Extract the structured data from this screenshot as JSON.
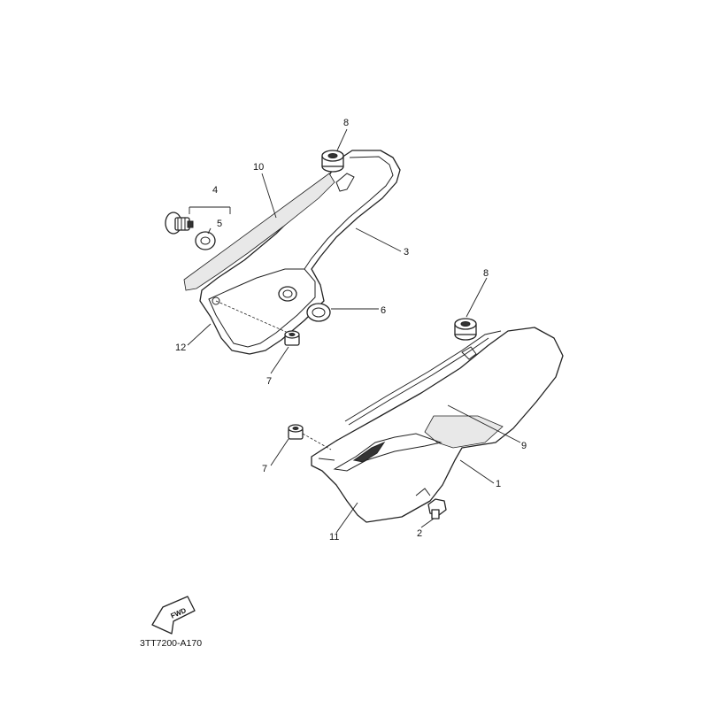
{
  "callouts": {
    "c8a": "8",
    "c10": "10",
    "c4": "4",
    "c5": "5",
    "c3": "3",
    "c6": "6",
    "c12": "12",
    "c7a": "7",
    "c8b": "8",
    "c9": "9",
    "c7b": "7",
    "c1": "1",
    "c2": "2",
    "c11": "11"
  },
  "fwd_label": "FWD",
  "diagram_code": "3TT7200-A170"
}
